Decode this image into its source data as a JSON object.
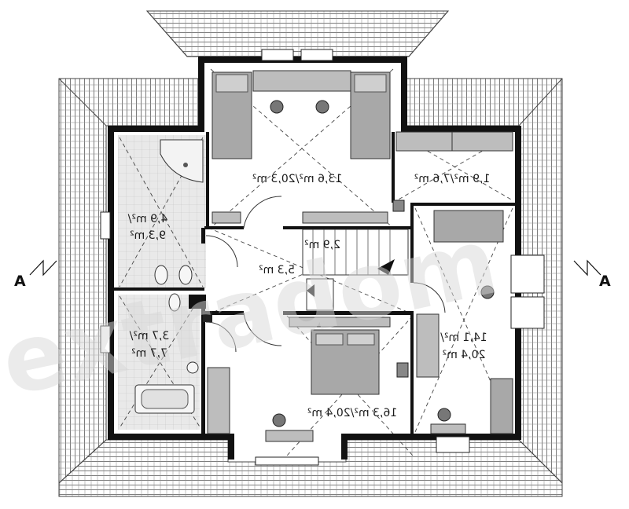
{
  "plan": {
    "section_left": "A",
    "section_right": "A",
    "watermark": "extradom",
    "rooms": {
      "bedroom_top": "13,6 m²/20,3 m²",
      "storage_right": "1,9 m²/7,6 m²",
      "bathroom_upper": [
        "4,9 m²/",
        "9,3 m²"
      ],
      "stair_landing": "2,9 m²",
      "hall": "5,3 m²",
      "bedroom_right": [
        "14,1 m²/",
        "20,4 m²"
      ],
      "bathroom_lower": [
        "3,7 m²/",
        "7,7 m²"
      ],
      "bedroom_bottom": "16,3 m²/20,4 m²"
    }
  }
}
